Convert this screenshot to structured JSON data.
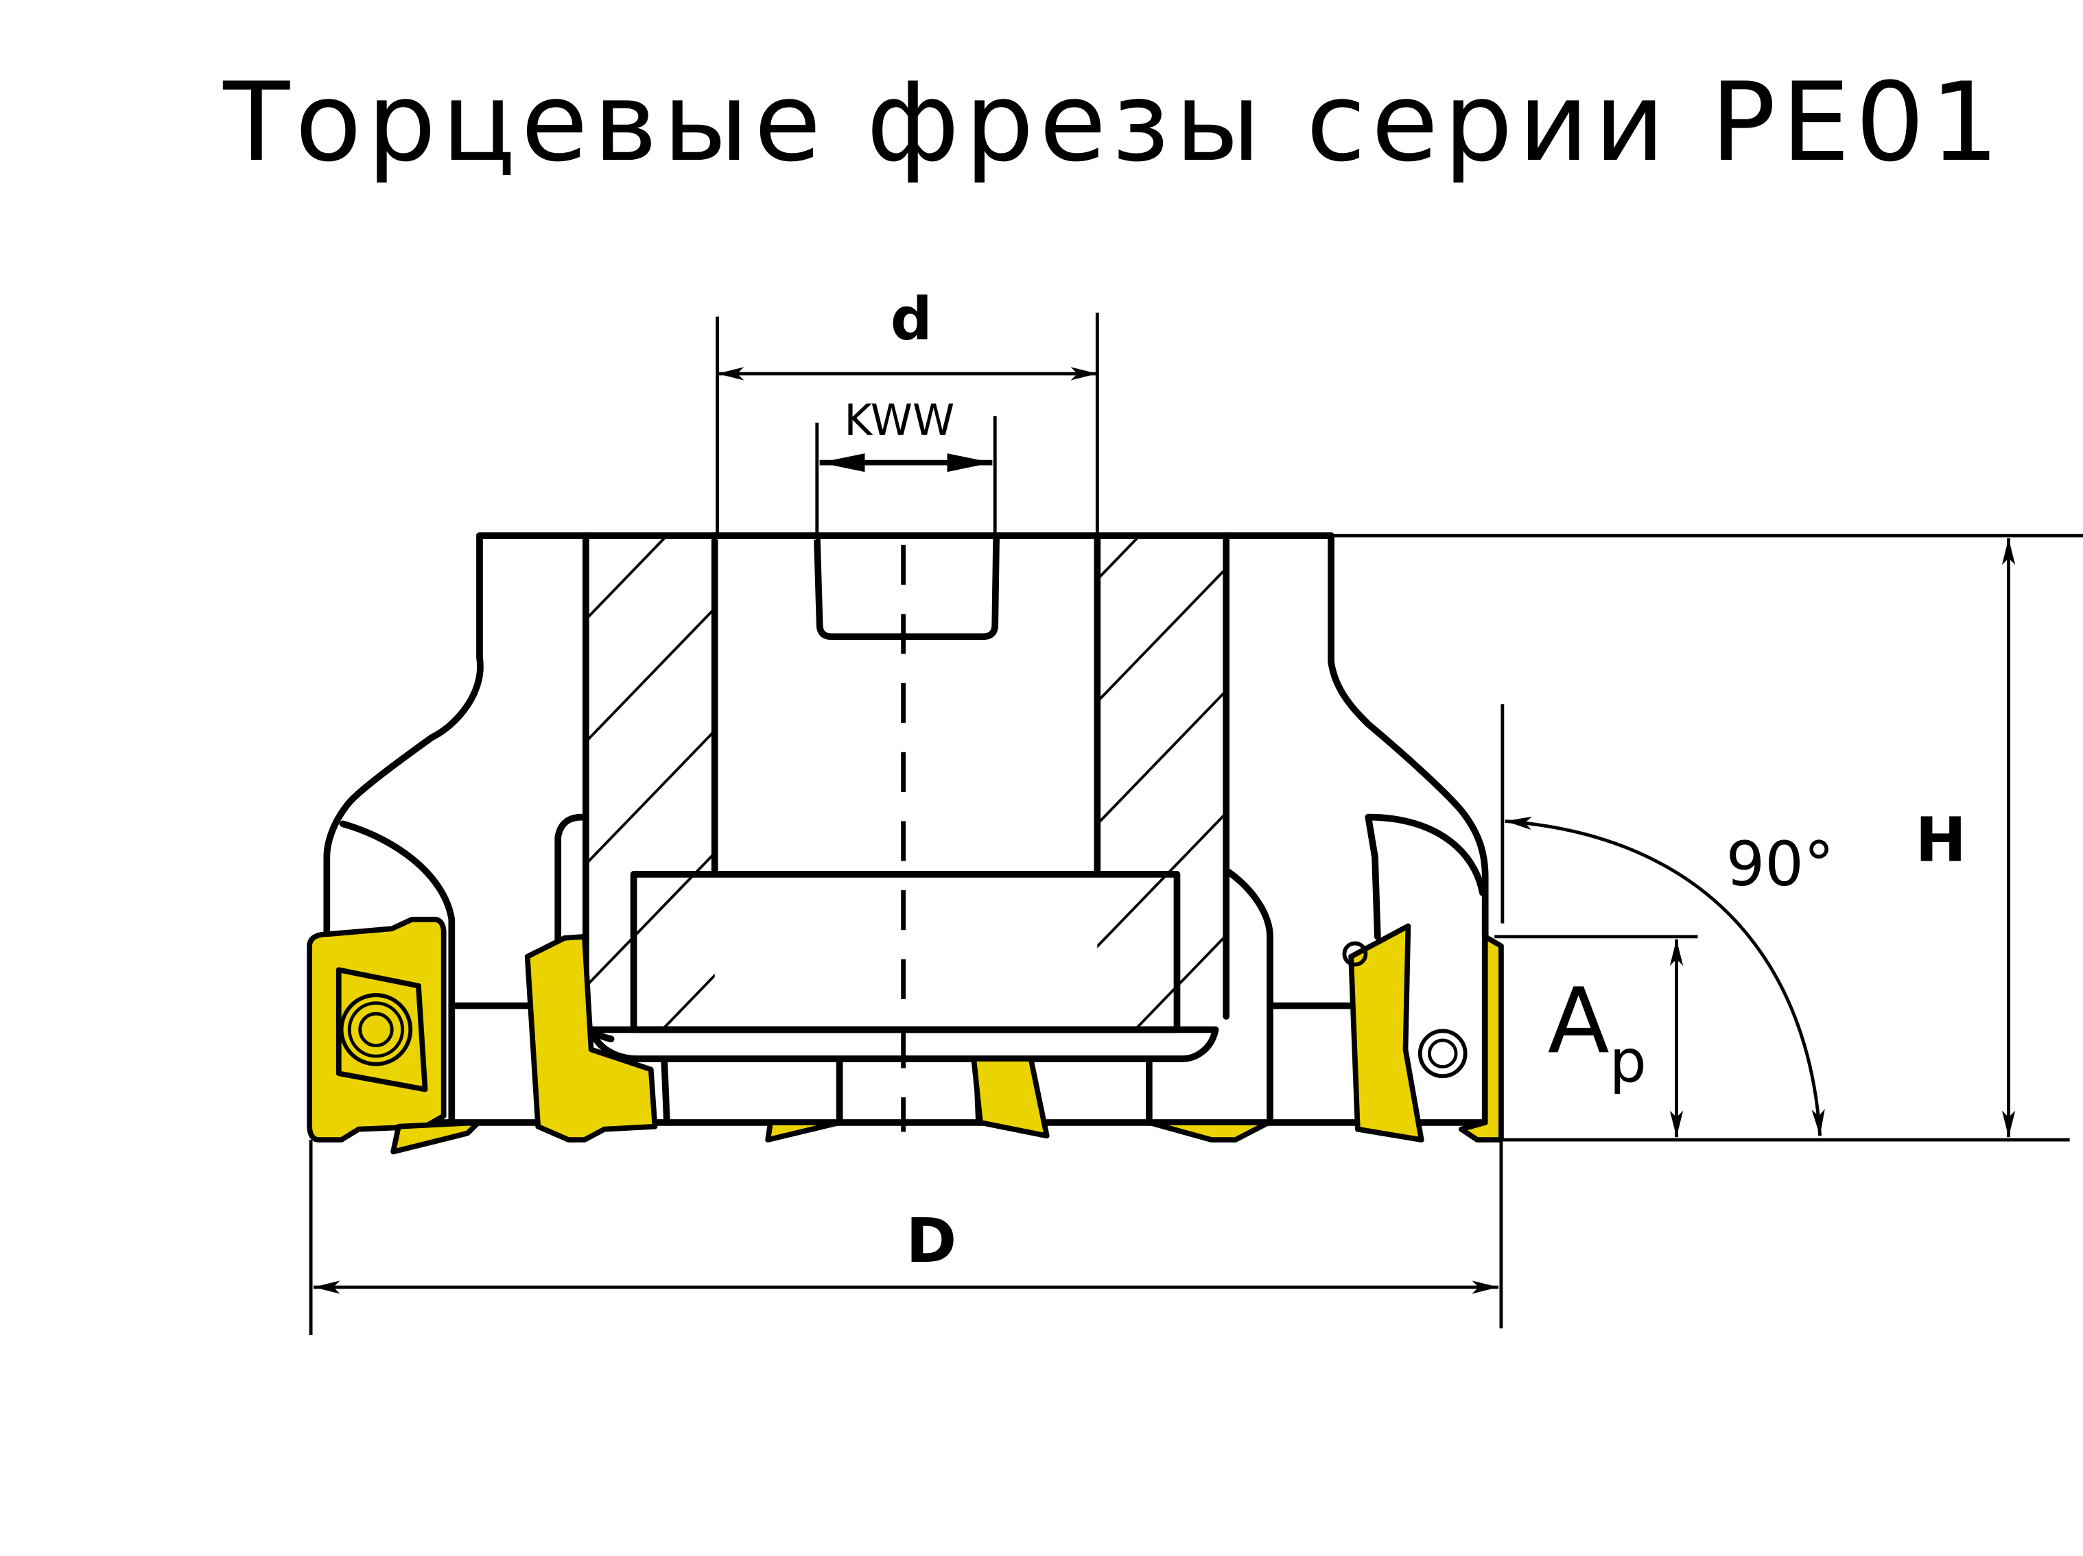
{
  "title": "Торцевые фрезы серии PE01",
  "labels": {
    "bore_diameter": "d",
    "keyway_width": "KWW",
    "height": "H",
    "angle": "90°",
    "depth_main": "A",
    "depth_sub": "p",
    "cutter_diameter": "D"
  },
  "colors": {
    "insert": "#EAD300",
    "line": "#000000",
    "background": "#FFFFFF"
  }
}
